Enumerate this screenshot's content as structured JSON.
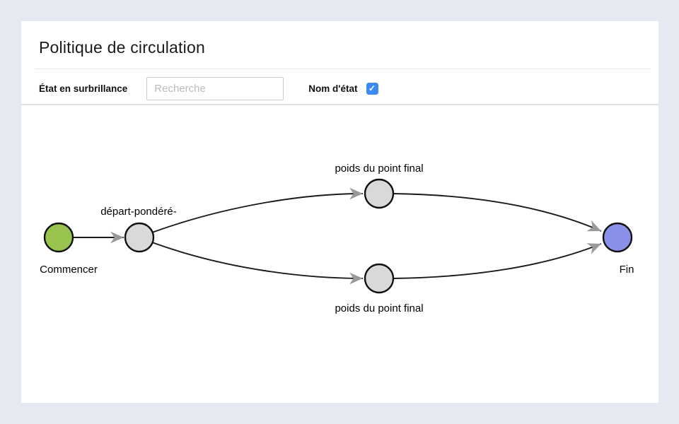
{
  "header": {
    "title": "Politique de circulation"
  },
  "toolbar": {
    "highlight_label": "État en surbrillance",
    "search_placeholder": "Recherche",
    "search_value": "",
    "state_name_label": "Nom d'état",
    "state_name_checkbox_checked": true,
    "check_glyph": "✓"
  },
  "colors": {
    "page_background": "#E5E9F2",
    "card_background": "#FFFFFF",
    "checkbox_accent": "#3D8AF5",
    "node_start_fill": "#97C34E",
    "node_end_fill": "#8A90E8",
    "node_default_fill": "#D9D9D9",
    "node_border": "#111111",
    "edge_stroke": "#1A1A1A",
    "arrowhead": "#999999"
  },
  "graph": {
    "nodes": [
      {
        "id": "start",
        "label": "Commencer",
        "type": "start",
        "label_position": "below"
      },
      {
        "id": "depart-pondere",
        "label": "départ-pondéré-",
        "type": "default",
        "label_position": "above"
      },
      {
        "id": "endpoint-top",
        "label": "poids du point final",
        "type": "default",
        "label_position": "above"
      },
      {
        "id": "endpoint-bottom",
        "label": "poids du point final",
        "type": "default",
        "label_position": "below"
      },
      {
        "id": "end",
        "label": "Fin",
        "type": "end",
        "label_position": "below"
      }
    ],
    "edges": [
      {
        "from": "start",
        "to": "depart-pondere"
      },
      {
        "from": "depart-pondere",
        "to": "endpoint-top"
      },
      {
        "from": "depart-pondere",
        "to": "endpoint-bottom"
      },
      {
        "from": "endpoint-top",
        "to": "end"
      },
      {
        "from": "endpoint-bottom",
        "to": "end"
      }
    ]
  }
}
